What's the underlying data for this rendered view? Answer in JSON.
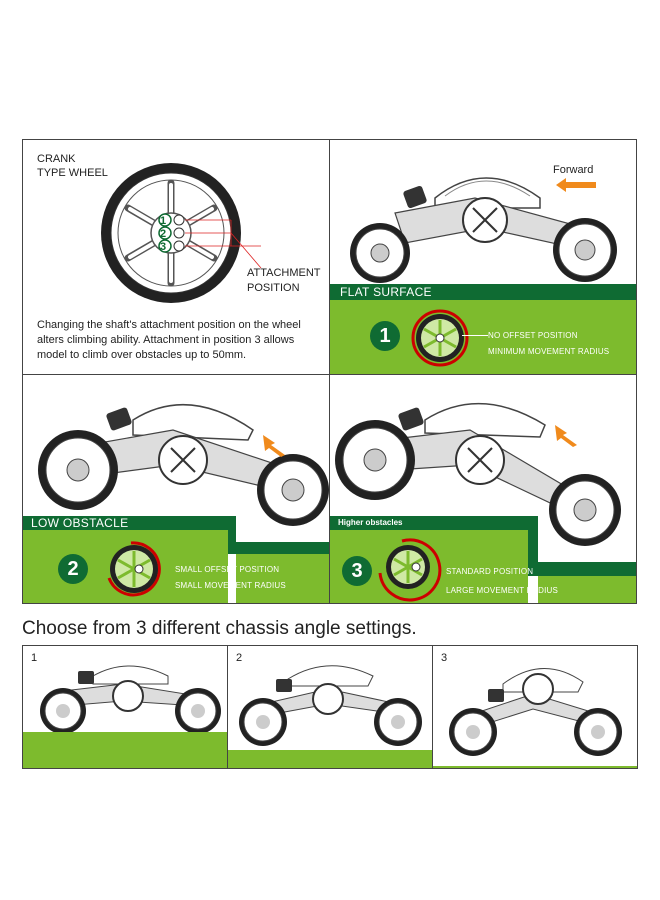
{
  "panel1": {
    "title_line1": "CRANK",
    "title_line2": "TYPE WHEEL",
    "positions": [
      "1",
      "2",
      "3"
    ],
    "attachment_line1": "ATTACHMENT",
    "attachment_line2": "POSITION",
    "description": "Changing the shaft's attachment  position on the wheel alters climbing ability. Attachment in position 3 allows model to climb over obstacles up to 50mm."
  },
  "panel2": {
    "direction": "Forward",
    "surface": "FLAT SURFACE",
    "number": "1",
    "offset": "NO OFFSET POSITION",
    "radius": "MINIMUM MOVEMENT RADIUS"
  },
  "panel3": {
    "surface": "LOW OBSTACLE",
    "number": "2",
    "offset": "SMALL OFFSET POSITION",
    "radius": "SMALL MOVEMENT RADIUS"
  },
  "panel4": {
    "surface": "Higher obstacles",
    "number": "3",
    "offset": "STANDARD POSITION",
    "radius": "LARGE MOVEMENT RADIUS"
  },
  "heading": "Choose from 3 different chassis angle settings.",
  "settings": [
    "1",
    "2",
    "3"
  ],
  "colors": {
    "green": "#7dbb2d",
    "dark_green": "#0f6b33",
    "arrow": "#f08a1c",
    "red": "#d22"
  }
}
